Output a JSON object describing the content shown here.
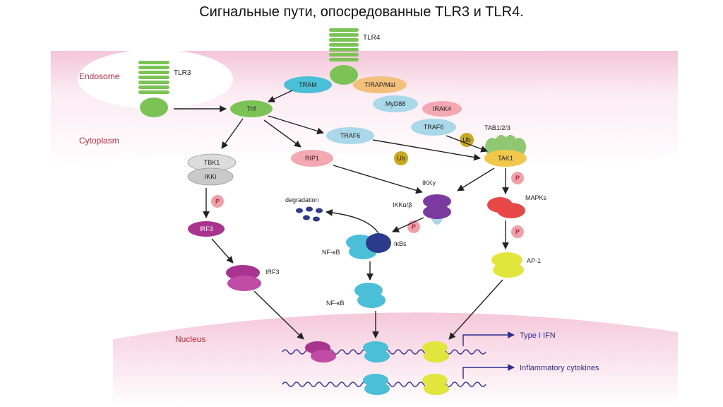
{
  "title": "Сигнальные пути, опосредованные TLR3 и TLR4.",
  "regions": {
    "endosome": "Endosome",
    "cytoplasm": "Cytoplasm",
    "nucleus": "Nucleus"
  },
  "receptors": {
    "tlr3": "TLR3",
    "tlr4": "TLR4"
  },
  "adaptors": {
    "tram": "TRAM",
    "tirap": "TIRAP/Mal",
    "myd88": "MyD88",
    "irak4": "IRAK4",
    "traf6_a": "TRAF6",
    "traf6_b": "TRAF6",
    "trif": "Trif",
    "rip1": "RIP1"
  },
  "kinases": {
    "tbk1": "TBK1",
    "ikki": "IKKi",
    "tab": "TAB1/2/3",
    "tak1": "TAK1",
    "ikkg": "IKKγ",
    "ikkab": "IKKα/β",
    "mapks": "MAPKs"
  },
  "factors": {
    "irf3_a": "IRF3",
    "irf3_b": "IRF3",
    "ikbs": "IκBs",
    "nfkb_a": "NF-κB",
    "nfkb_b": "NF-κB",
    "ap1": "AP-1",
    "degradation": "degradation"
  },
  "modifiers": {
    "ub": "Ub",
    "p": "P"
  },
  "genes": {
    "type1": "Type I IFN",
    "inflam": "Inflammatory cytokines"
  },
  "colors": {
    "green": "#7cc356",
    "teal": "#4bbfd8",
    "purple": "#7b3aa0",
    "magenta": "#a8348f",
    "yellow": "#e2e63c",
    "red": "#e84848",
    "ub": "#c8a81c",
    "pink": "#f0a0a8",
    "membrane": "#f6cfe0"
  }
}
